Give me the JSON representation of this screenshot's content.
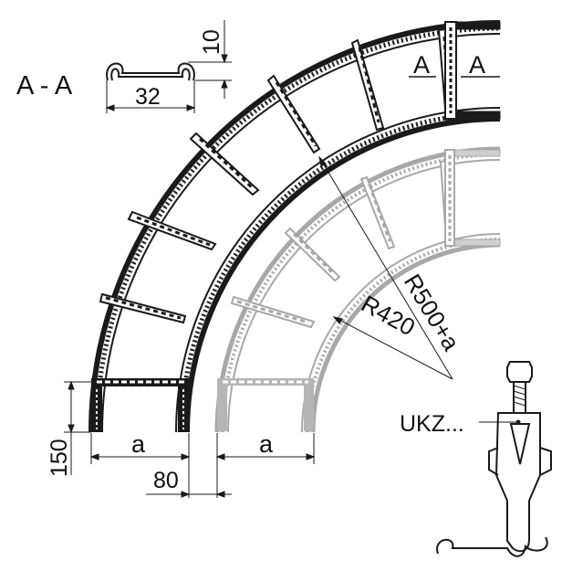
{
  "labels": {
    "section": "A - A",
    "section_a_left": "A",
    "section_a_right": "A",
    "dim_32": "32",
    "dim_10": "10",
    "dim_150": "150",
    "dim_80": "80",
    "dim_a_left": "a",
    "dim_a_right": "a",
    "r500": "R500+a",
    "r420": "R420",
    "ukz": "UKZ..."
  },
  "colors": {
    "dark": "#1a1a1a",
    "gray": "#a8a8a8",
    "light": "#cfcfcf"
  }
}
